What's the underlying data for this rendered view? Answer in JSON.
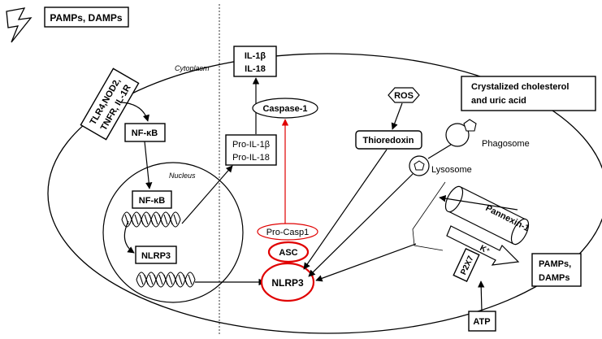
{
  "labels": {
    "pamps_damps_top": "PAMPs, DAMPs",
    "cytoplasm": "Cytoplasm",
    "tlr_line1": "TLR4,NOD2,",
    "tlr_line2": "TNFR, IL-1R",
    "nfkb_cyto": "NF-κB",
    "nucleus": "Nucleus",
    "nfkb_nucleus": "NF-κB",
    "nlrp3_gene": "NLRP3",
    "il1b": "IL-1β",
    "il18": "IL-18",
    "caspase1": "Caspase-1",
    "pro_il1b": "Pro-IL-1β",
    "pro_il18": "Pro-IL-18",
    "pro_casp1": "Pro-Casp1",
    "asc": "ASC",
    "nlrp3_complex": "NLRP3",
    "ros": "ROS",
    "thioredoxin": "Thioredoxin",
    "crystal_line1": "Crystalized cholesterol",
    "crystal_line2": "and uric acid",
    "phagosome": "Phagosome",
    "lysosome": "Lysosome",
    "pannexin": "Pannexin-1",
    "k_ion": "K⁺",
    "p2x7": "P2X7",
    "pamps_right_line1": "PAMPs,",
    "pamps_right_line2": "DAMPs",
    "atp": "ATP"
  },
  "colors": {
    "accent_red": "#e00000",
    "stroke": "#000000"
  },
  "icons": [
    "lightning-icon",
    "dna-helix-icon",
    "pentagon-crystal-icon"
  ]
}
